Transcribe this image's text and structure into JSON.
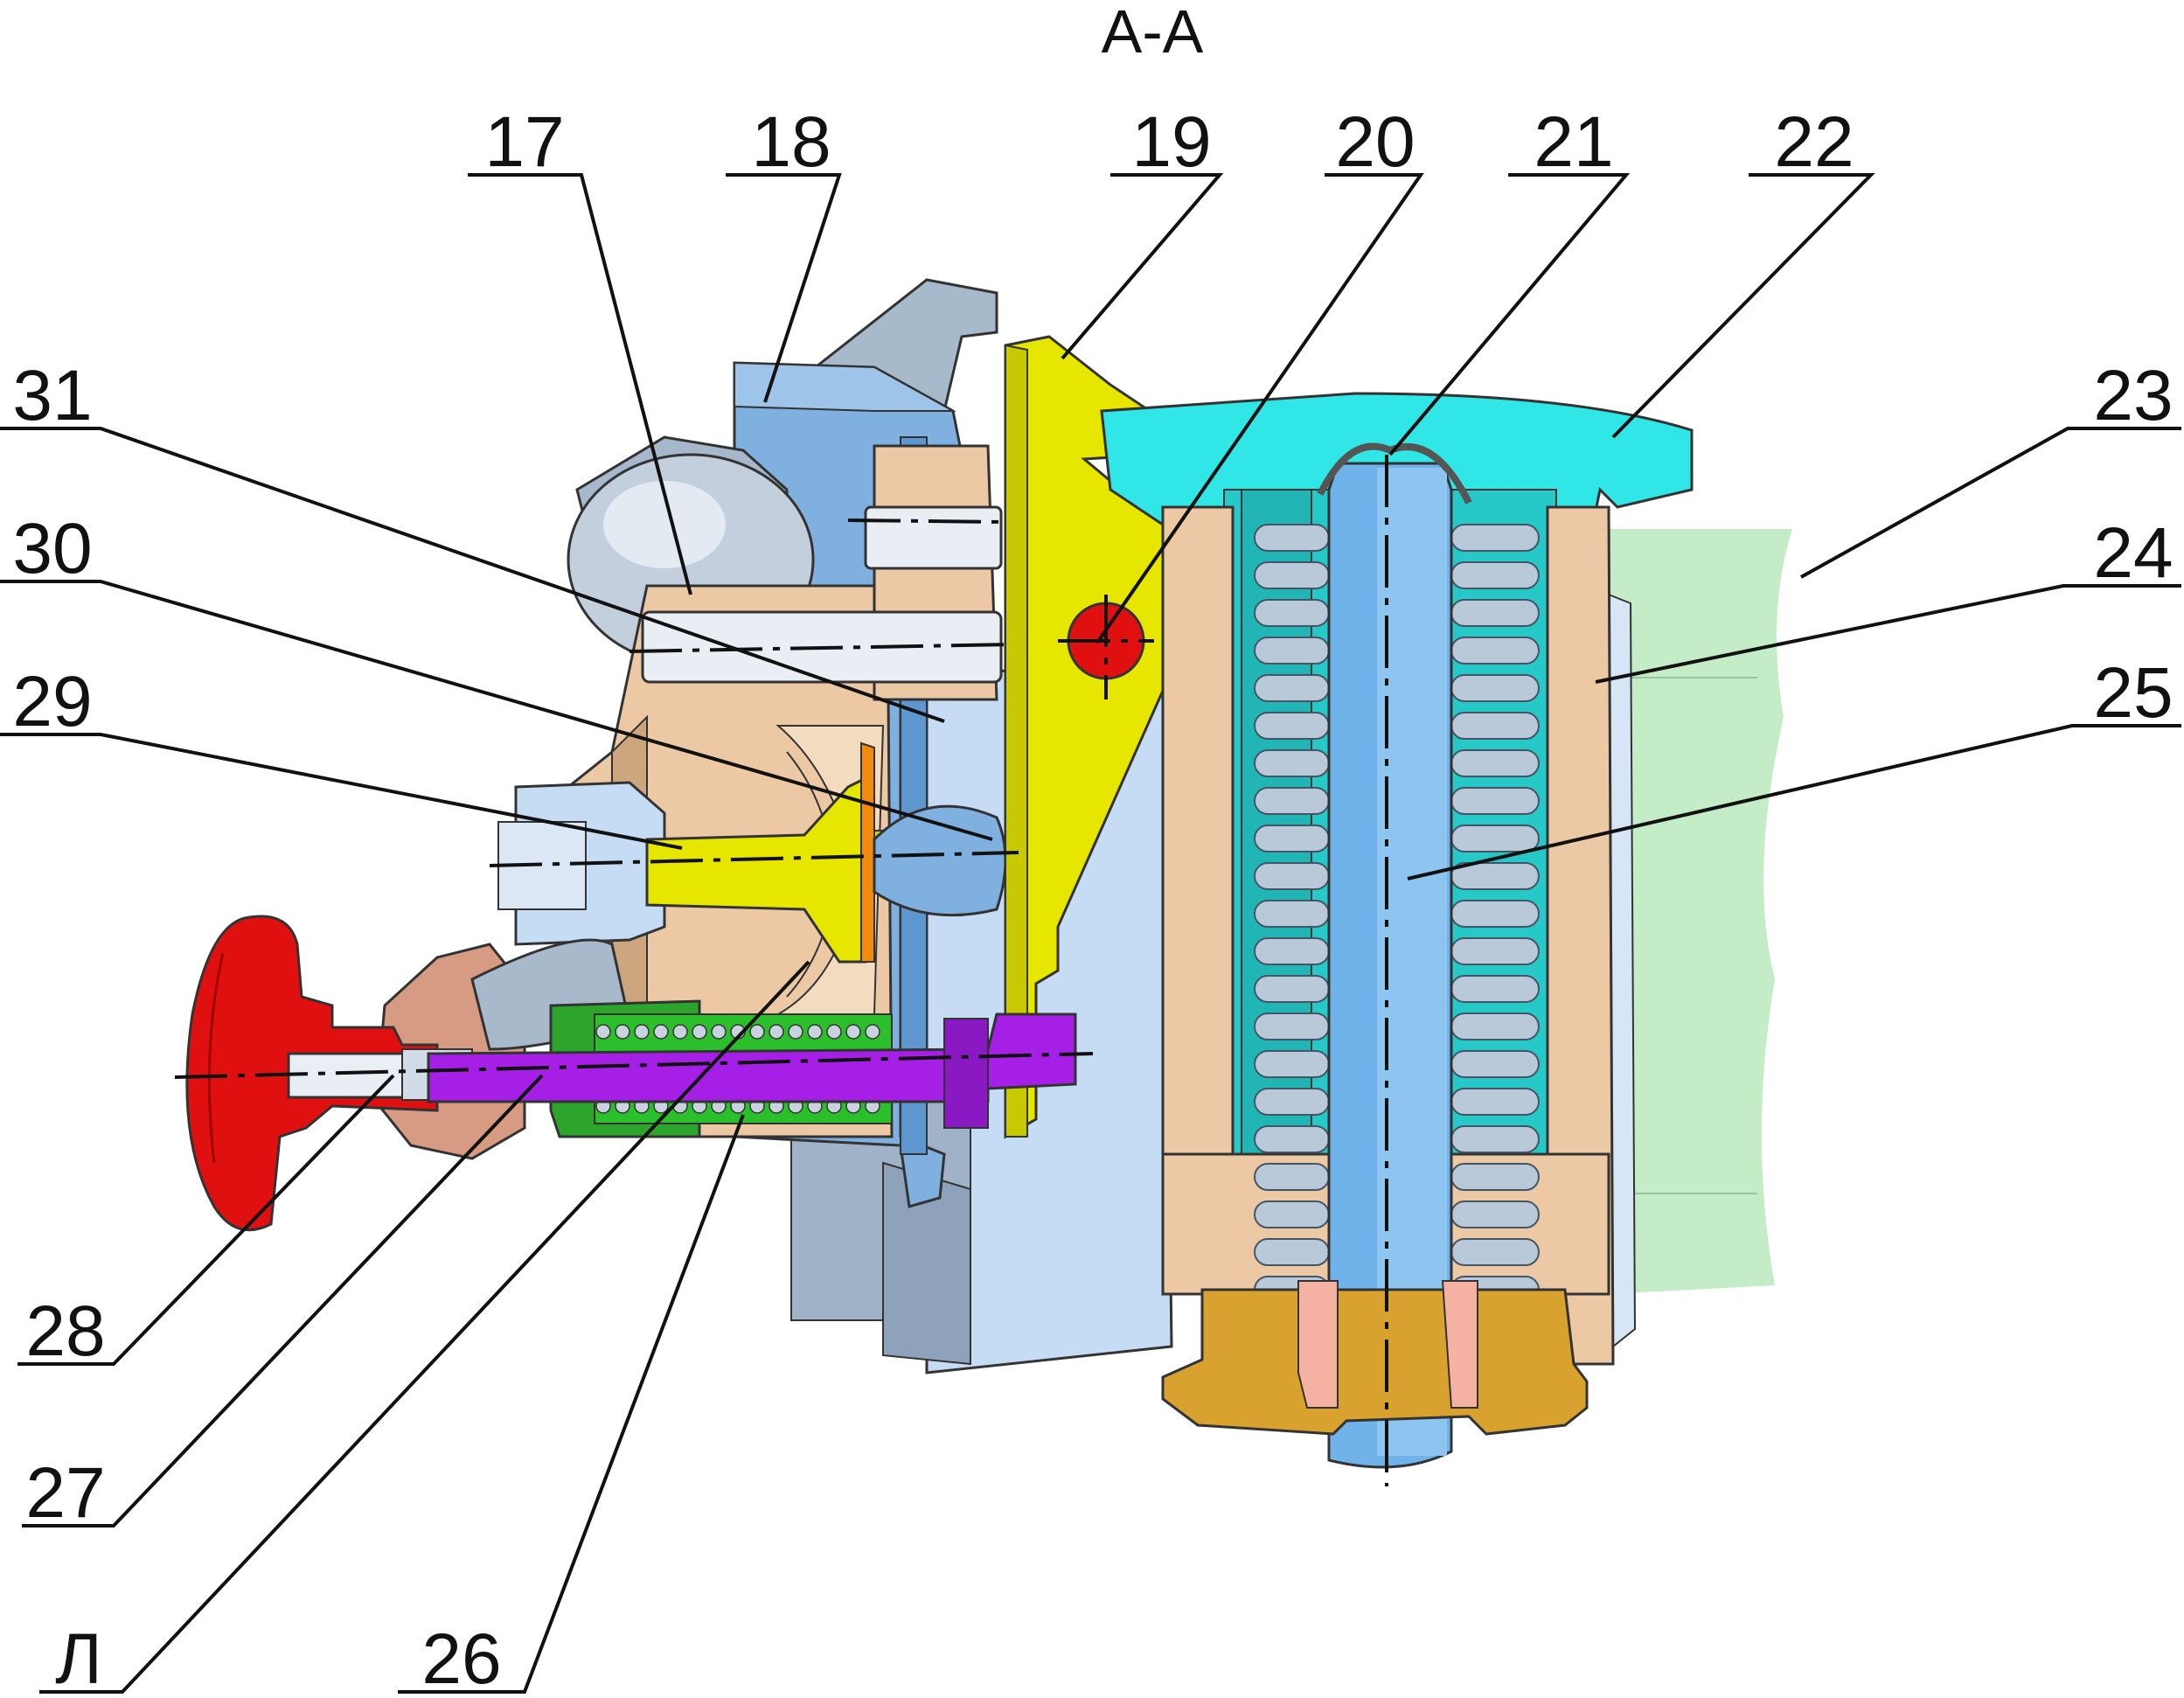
{
  "title": "А-А",
  "callouts": [
    "17",
    "18",
    "19",
    "20",
    "21",
    "22",
    "23",
    "24",
    "25",
    "26",
    "27",
    "28",
    "29",
    "30",
    "31",
    "Л"
  ],
  "colors": {
    "housing_tan": "#ecc9a4",
    "plate_blue": "#7fb0df",
    "plate_light_blue": "#c6dcf5",
    "lever_yellow": "#e6e600",
    "cap_cyan": "#31e6e6",
    "spring_grey": "#b9c9d9",
    "rod_blue": "#6fb3ea",
    "nut_bronze": "#d9a22f",
    "knob_red": "#e01010",
    "plunger_violet": "#a51fe6",
    "sleeve_green": "#2da52d",
    "background_green": "#c4ecc6",
    "orange_washer": "#f08a10"
  }
}
